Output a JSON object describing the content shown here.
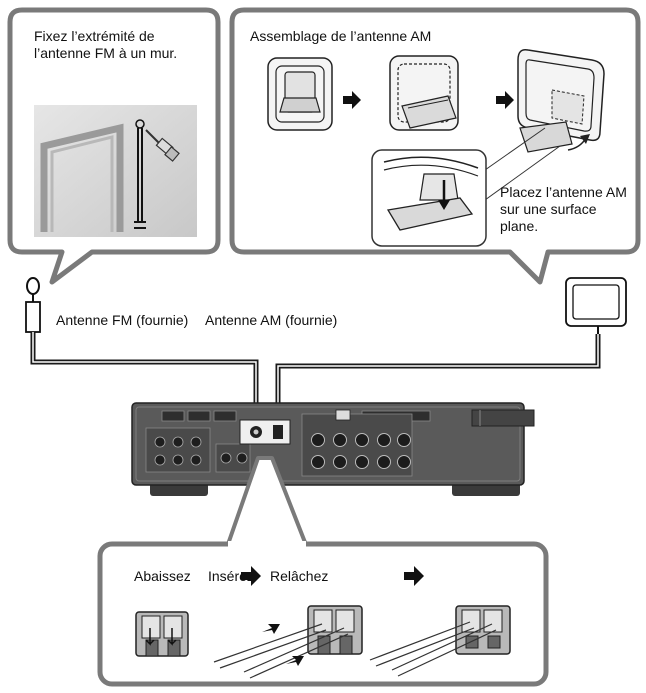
{
  "fm_callout": {
    "instruction": "Fixez l’extrémité de l’antenne FM à un mur."
  },
  "am_callout": {
    "title": "Assemblage de l’antenne AM",
    "instruction": "Placez l’antenne AM sur une surface plane."
  },
  "antenna_labels": {
    "fm": "Antenne FM (fournie)",
    "am": "Antenne AM (fournie)"
  },
  "connection_callout": {
    "step1": "Abaissez",
    "step2": "Insérez",
    "step3": "Relâchez"
  },
  "colors": {
    "callout_border": "#7a7a7a",
    "receiver_body": "#5a5a5a",
    "cable": "#1a1a1a"
  }
}
